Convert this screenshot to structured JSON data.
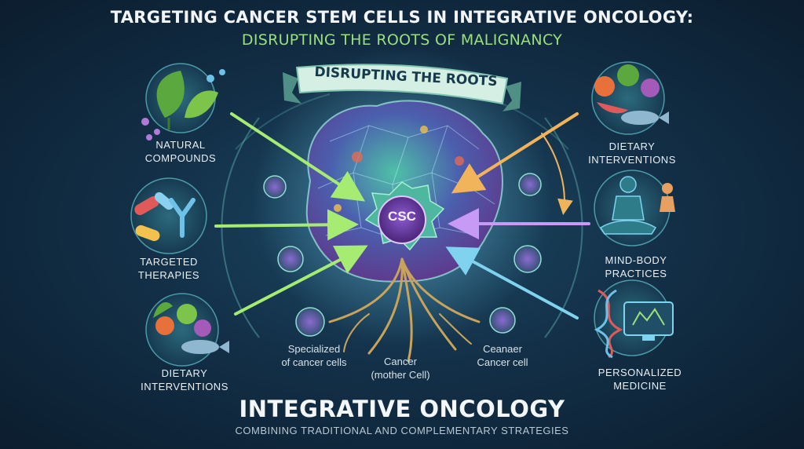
{
  "title": {
    "line1": "TARGETING CANCER STEM CELLS IN INTEGRATIVE ONCOLOGY:",
    "line2": "DISRUPTING THE ROOTS OF MALIGNANCY"
  },
  "banner": "DISRUPTING THE ROOTS",
  "center": {
    "label": "CSC"
  },
  "approaches": {
    "natural_compounds": {
      "line1": "NATURAL",
      "line2": "COMPOUNDS"
    },
    "targeted_therapies": {
      "line1": "TARGETED",
      "line2": "THERAPIES"
    },
    "dietary_left": {
      "line1": "DIETARY",
      "line2": "INTERVENTIONS"
    },
    "dietary_right": {
      "line1": "DIETARY",
      "line2": "INTERVENTIONS"
    },
    "mind_body": {
      "line1": "MIND-BODY",
      "line2": "PRACTICES"
    },
    "personalized": {
      "line1": "PERSONALIZED",
      "line2": "MEDICINE"
    }
  },
  "cell_labels": {
    "specialized": {
      "line1": "Specialized",
      "line2": "of cancer cells"
    },
    "mother": {
      "line1": "Cancer",
      "line2": "(mother Cell)"
    },
    "cancer_cell": {
      "line1": "Ceanaer",
      "line2": "Cancer cell"
    }
  },
  "footer": {
    "title": "INTEGRATIVE ONCOLOGY",
    "subtitle": "COMBINING TRADITIONAL AND COMPLEMENTARY STRATEGIES"
  },
  "colors": {
    "background": "#133048",
    "accent_green": "#9be07c",
    "arrow_green": "#a6ec72",
    "arrow_orange": "#f2b45a",
    "arrow_purple": "#c69af5",
    "arrow_cyan": "#7fd3ef",
    "csc_purple": "#6b3aa0"
  }
}
